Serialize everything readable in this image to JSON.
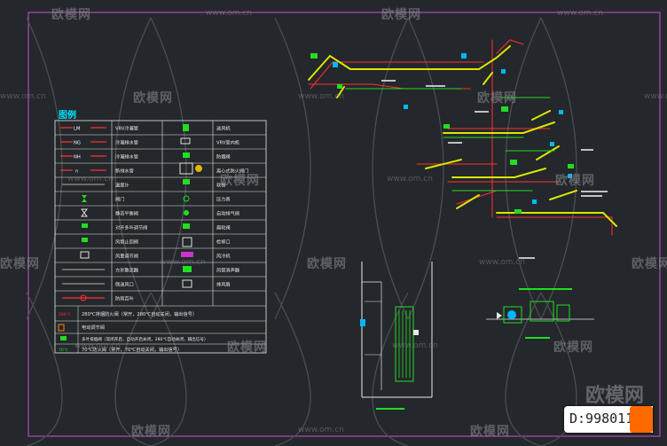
{
  "watermark": {
    "brand": "欧模网",
    "url": "www.om.cn"
  },
  "legend": {
    "title": "图例",
    "rows": [
      {
        "left_tag": "LM",
        "left_label": "VRV冷凝管",
        "right_label": "送风机"
      },
      {
        "left_tag": "NG",
        "left_label": "冷凝排水管",
        "right_label": "VRV室内机"
      },
      {
        "left_tag": "NH",
        "left_label": "冷凝排水管",
        "right_label": "防烟阀"
      },
      {
        "left_tag": "n",
        "left_label": "新排水管",
        "right_label": "离心式防火阀门"
      },
      {
        "left_tag": "",
        "left_label": "温度计",
        "right_label": "软接"
      },
      {
        "left_tag": "",
        "left_label": "阀门",
        "right_label": "压力表"
      },
      {
        "left_tag": "",
        "left_label": "静态平衡阀",
        "right_label": "自动排气阀"
      },
      {
        "left_tag": "",
        "left_label": "对开多叶调节阀",
        "right_label": "扁轮阀"
      },
      {
        "left_tag": "",
        "left_label": "风管止回阀",
        "right_label": "检修口"
      },
      {
        "left_tag": "",
        "left_label": "风量调节阀",
        "right_label": "风冷机"
      },
      {
        "left_tag": "",
        "left_label": "方形散流器",
        "right_label": "风管消声器"
      },
      {
        "left_tag": "",
        "left_label": "侧送风口",
        "right_label": "排风扇"
      },
      {
        "left_tag": "",
        "left_label": "防雨百叶",
        "right_label": ""
      }
    ],
    "notes": [
      {
        "tag": "280℃",
        "text": "280℃排烟防火阀（常开，280℃自动关闭，输出信号）"
      },
      {
        "tag": "",
        "text": "电动调节阀"
      },
      {
        "tag": "",
        "text": "多叶排烟阀（常闭开启，自动开启关闭，280℃自动关闭，输出信号）"
      },
      {
        "tag": "70℃",
        "text": "70℃防火阀（常开，70℃自动关闭，输出信号）"
      }
    ]
  },
  "drawing_id": "D:998011"
}
